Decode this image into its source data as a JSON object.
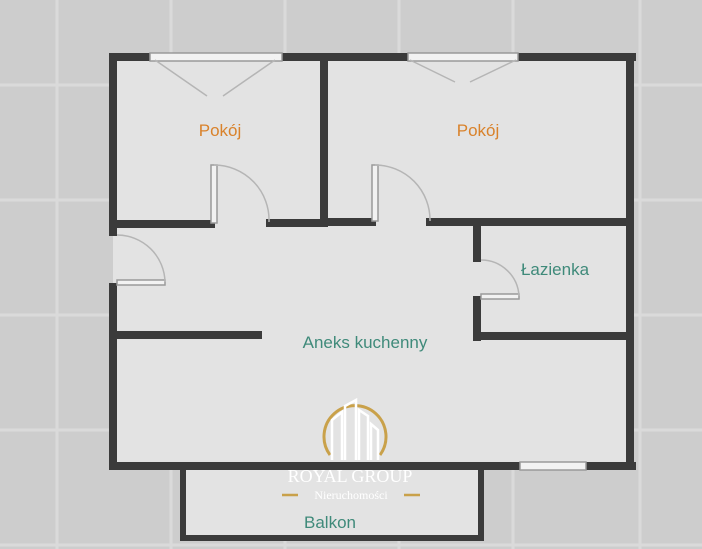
{
  "rooms": [
    {
      "label": "Pokój",
      "color": "#d9822b"
    },
    {
      "label": "Pokój",
      "color": "#d9822b"
    },
    {
      "label": "Łazienka",
      "color": "#3f8a7a"
    },
    {
      "label": "Aneks kuchenny",
      "color": "#3f8a7a"
    },
    {
      "label": "Balkon",
      "color": "#3f8a7a"
    }
  ],
  "watermark": {
    "name": "ROYAL GROUP",
    "tagline": "Nieruchomości",
    "gold": "#c9a14a"
  },
  "colors": {
    "wall": "#3b3b3b",
    "floor": "#e3e3e3",
    "background": "#cdcdcd"
  }
}
